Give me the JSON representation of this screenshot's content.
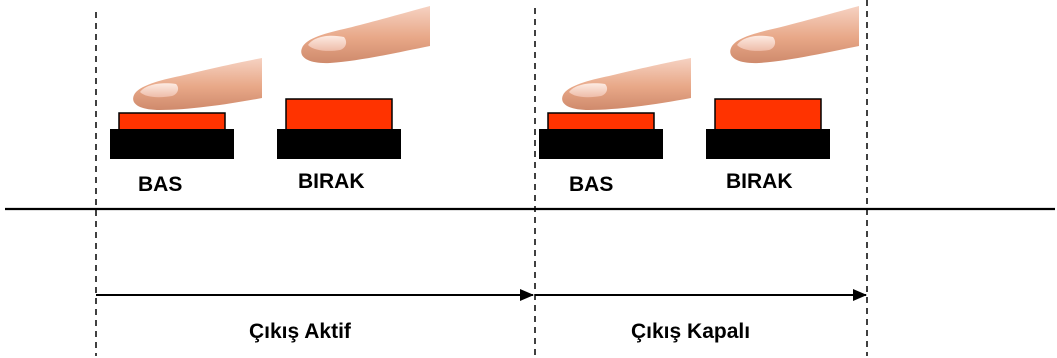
{
  "buttons": [
    {
      "label": "BAS",
      "state": "pressed"
    },
    {
      "label": "BIRAK",
      "state": "released"
    },
    {
      "label": "BAS",
      "state": "pressed"
    },
    {
      "label": "BIRAK",
      "state": "released"
    }
  ],
  "segments": [
    {
      "label": "Çıkış Aktif"
    },
    {
      "label": "Çıkış Kapalı"
    }
  ],
  "colors": {
    "button_cap": "#ff3300",
    "button_base": "#000000",
    "finger_skin": "#e8a888",
    "finger_nail": "#f4c8b6",
    "line": "#000000"
  }
}
